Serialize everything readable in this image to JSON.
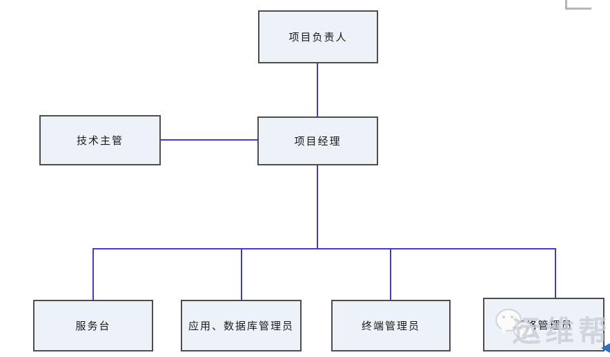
{
  "diagram": {
    "type": "org-chart",
    "nodes": {
      "project_leader": {
        "label": "项目负责人"
      },
      "tech_supervisor": {
        "label": "技术主管"
      },
      "project_manager": {
        "label": "项目经理"
      },
      "service_desk": {
        "label": "服务台"
      },
      "app_db_admin": {
        "label": "应用、数据库管理员"
      },
      "terminal_admin": {
        "label": "终端管理员"
      },
      "network_admin": {
        "label": "网络管理员"
      }
    },
    "edges": [
      [
        "项目负责人",
        "项目经理"
      ],
      [
        "技术主管",
        "项目经理"
      ],
      [
        "项目经理",
        "服务台"
      ],
      [
        "项目经理",
        "应用、数据库管理员"
      ],
      [
        "项目经理",
        "终端管理员"
      ],
      [
        "项目经理",
        "网络管理员"
      ]
    ],
    "watermark": {
      "text": "运维帮",
      "icon": "wechat-chat-bubbles-icon"
    },
    "colors": {
      "connector_blue": "#3c3cc4",
      "node_fill": "#edf1f8",
      "node_border": "#4c4c4c",
      "watermark_gray": "#c6ccd5",
      "marker_blue": "#2a70cc",
      "corner_gray": "#b5b5b5",
      "background": "#ffffff"
    }
  }
}
